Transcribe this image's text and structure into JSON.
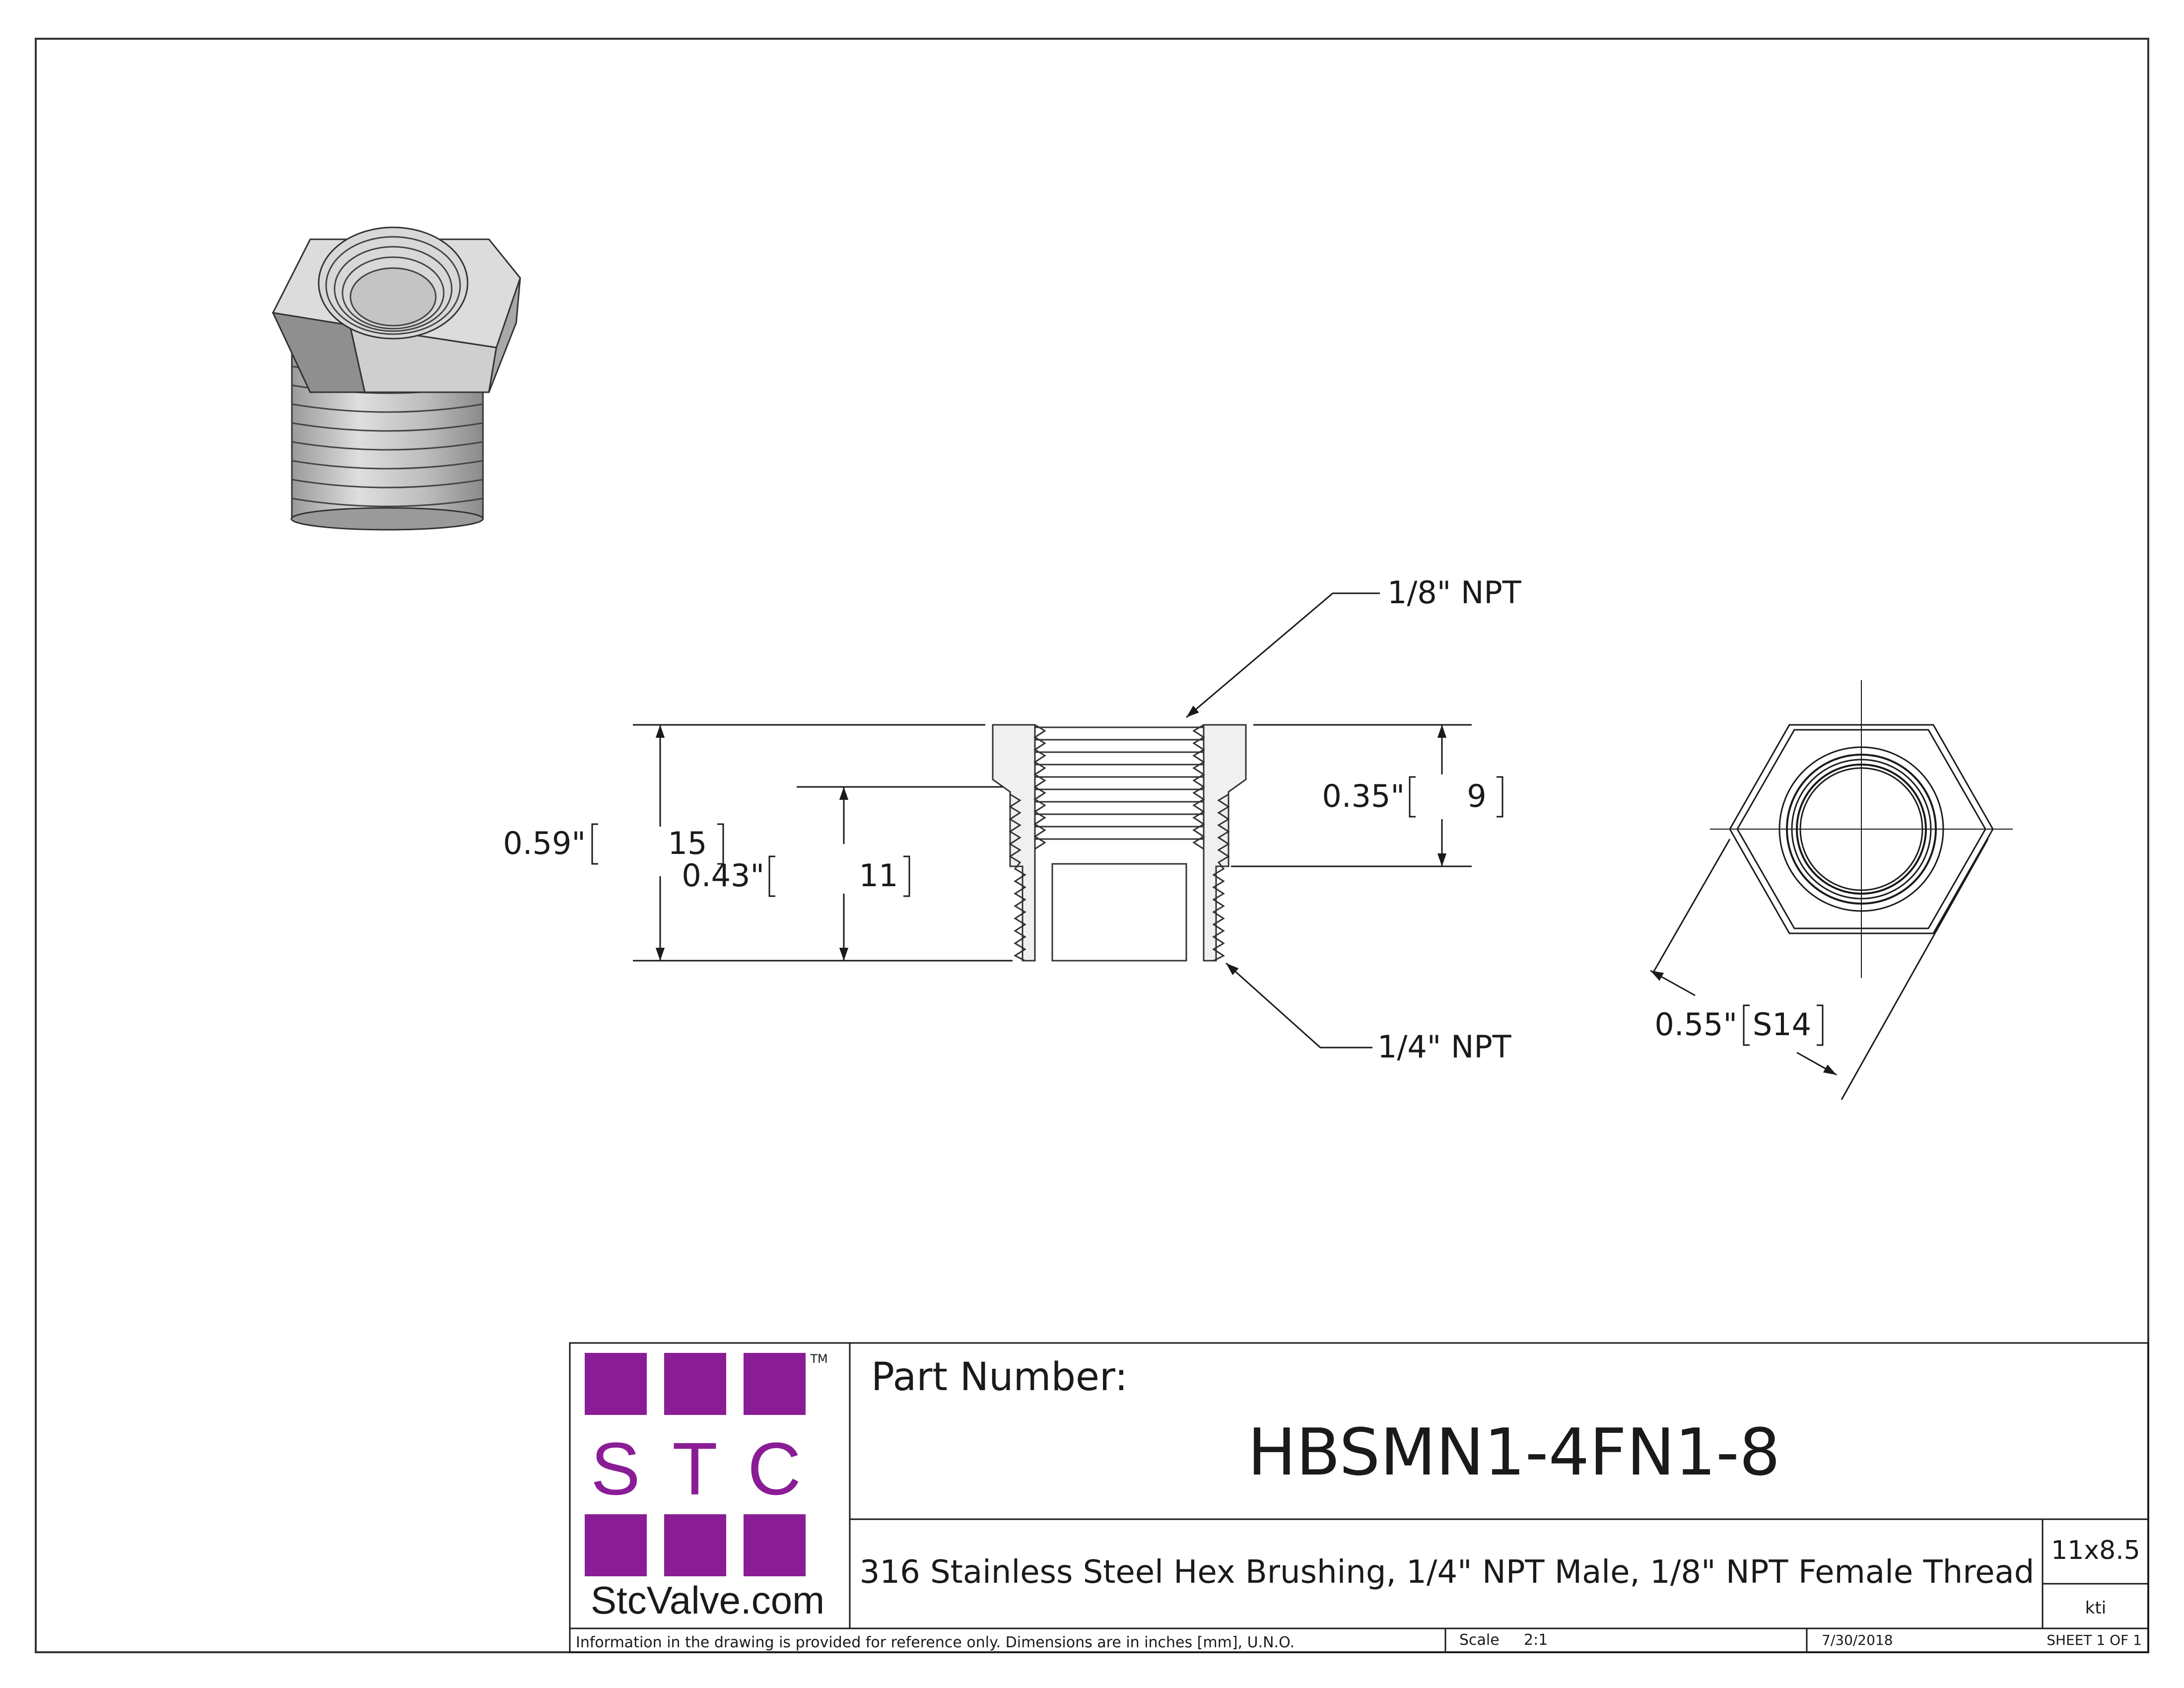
{
  "views": {
    "callout_female": "1/8\" NPT",
    "callout_male": "1/4\" NPT",
    "dims": {
      "overall": {
        "in": "0.59\"",
        "mm": "15"
      },
      "thread_male": {
        "in": "0.43\"",
        "mm": "11"
      },
      "thread_female": {
        "in": "0.35\"",
        "mm": "9"
      },
      "hex_flats": {
        "in": "0.55\"",
        "mm": "S14"
      }
    }
  },
  "title_block": {
    "logo": {
      "letters": [
        "S",
        "T",
        "C"
      ],
      "tm": "TM",
      "website": "StcValve.com",
      "color": "#8a1d96"
    },
    "part_number_label": "Part Number:",
    "part_number": "HBSMN1-4FN1-8",
    "description": "316 Stainless Steel Hex Brushing, 1/4\" NPT Male, 1/8\" NPT Female Thread",
    "size": "11x8.5",
    "drawn_by": "kti",
    "footer_note": "Information in the drawing is provided for reference only. Dimensions are in inches [mm], U.N.O.",
    "scale_label": "Scale",
    "scale_value": "2:1",
    "date": "7/30/2018",
    "sheet": "SHEET 1 OF 1"
  }
}
